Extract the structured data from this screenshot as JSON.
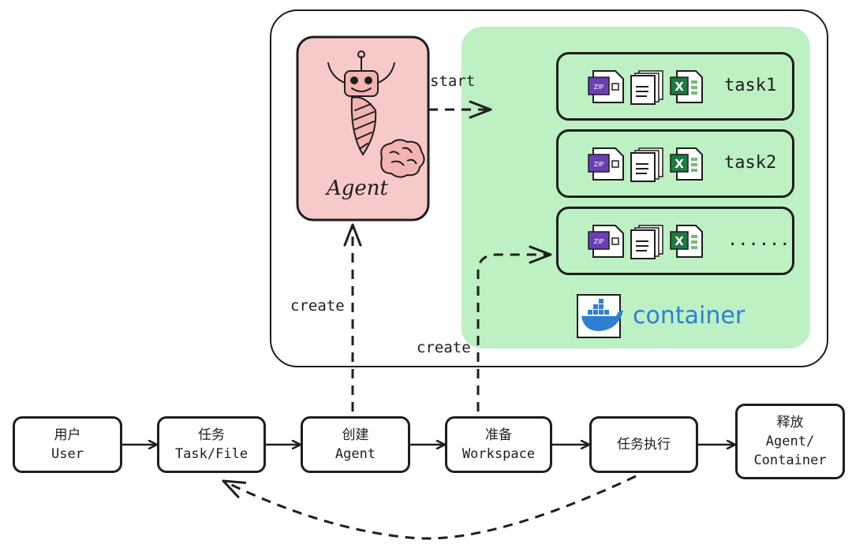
{
  "agent_panel": {
    "label": "Agent"
  },
  "arrows": {
    "start": "start",
    "create_agent": "create",
    "create_container": "create"
  },
  "tasks": [
    {
      "label": "task1"
    },
    {
      "label": "task2"
    },
    {
      "label": "......"
    }
  ],
  "file_icons": {
    "zip_label": "ZIP",
    "excel_label": "X"
  },
  "container": {
    "label": "container"
  },
  "flow": [
    {
      "line1": "用户",
      "line2": "User"
    },
    {
      "line1": "任务",
      "line2": "Task/File"
    },
    {
      "line1": "创建",
      "line2": "Agent"
    },
    {
      "line1": "准备",
      "line2": "Workspace"
    },
    {
      "line1": "任务执行"
    },
    {
      "line1": "释放",
      "line2": "Agent/",
      "line3": "Container"
    }
  ],
  "colors": {
    "agent_fill": "#f8c9c9",
    "container_fill": "#bdf0c3",
    "docker_blue": "#2f7fd1",
    "zip_purple": "#6a3fb5",
    "excel_green": "#1f7a43",
    "stroke": "#1e1e1e"
  }
}
